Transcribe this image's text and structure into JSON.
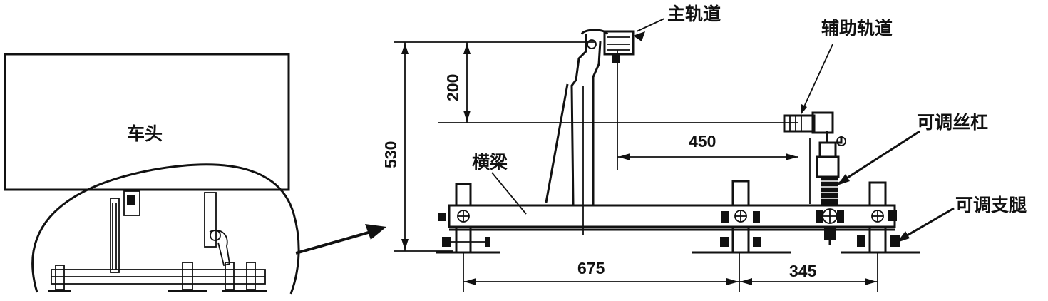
{
  "labels": {
    "cab": "车头",
    "main_track": "主轨道",
    "aux_track": "辅助轨道",
    "beam": "横梁",
    "screw": "可调丝杠",
    "leg": "可调支腿"
  },
  "dimensions": {
    "height_total": "530",
    "height_upper": "200",
    "offset_track": "450",
    "span_left": "675",
    "span_right": "345"
  }
}
